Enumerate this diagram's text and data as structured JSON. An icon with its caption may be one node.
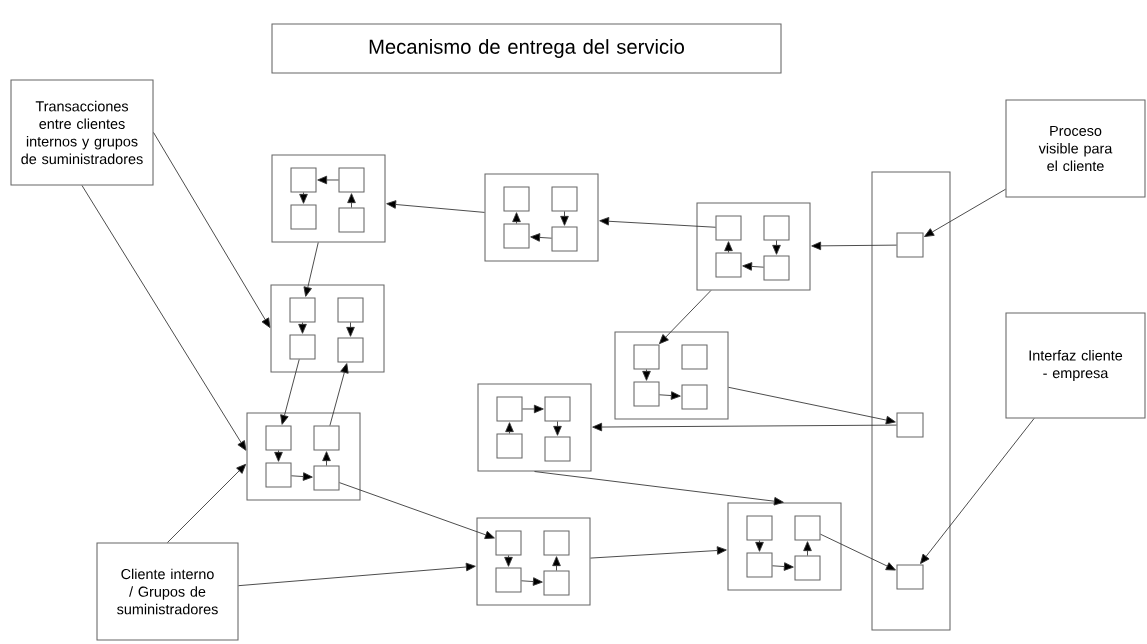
{
  "diagram": {
    "nodes": [
      {
        "text": [
          "Mecanismo de entrega del servicio"
        ]
      },
      {
        "text": [
          "Transacciones entre clientes internos y grupos de suministradores"
        ]
      },
      {
        "text": [
          "Proceso visible para el cliente"
        ]
      },
      {
        "text": [
          "Interfaz cliente - empresa"
        ]
      },
      {
        "text": [
          "Cliente interno / Grupos de suministradores"
        ]
      },
      {
        "text": [],
        "shape": "box"
      },
      {
        "text": [],
        "shape": "box",
        "in": 5
      },
      {
        "text": [],
        "shape": "box",
        "in": 5
      },
      {
        "text": [],
        "shape": "box",
        "in": 5
      },
      {
        "text": [],
        "shape": "box",
        "in": 5
      },
      {
        "text": [],
        "shape": "box"
      },
      {
        "text": [],
        "shape": "box",
        "in": 10
      },
      {
        "text": [],
        "shape": "box",
        "in": 10
      },
      {
        "text": [],
        "shape": "box",
        "in": 10
      },
      {
        "text": [],
        "shape": "box",
        "in": 10
      },
      {
        "text": [],
        "shape": "box"
      },
      {
        "text": [],
        "shape": "box",
        "in": 15
      },
      {
        "text": [],
        "shape": "box",
        "in": 15
      },
      {
        "text": [],
        "shape": "box",
        "in": 15
      },
      {
        "text": [],
        "shape": "box",
        "in": 15
      },
      {
        "text": [],
        "shape": "box"
      },
      {
        "text": [],
        "shape": "box",
        "in": 20
      },
      {
        "text": [],
        "shape": "box",
        "in": 20
      },
      {
        "text": [],
        "shape": "box",
        "in": 20
      },
      {
        "text": [],
        "shape": "box",
        "in": 20
      },
      {
        "text": [],
        "shape": "box"
      },
      {
        "text": [],
        "shape": "box",
        "in": 25
      },
      {
        "text": [],
        "shape": "box",
        "in": 25
      },
      {
        "text": [],
        "shape": "box",
        "in": 25
      },
      {
        "text": [],
        "shape": "box",
        "in": 25
      },
      {
        "text": [],
        "shape": "box"
      },
      {
        "text": [],
        "shape": "box",
        "in": 30
      },
      {
        "text": [],
        "shape": "box",
        "in": 30
      },
      {
        "text": [],
        "shape": "box",
        "in": 30
      },
      {
        "text": [],
        "shape": "box",
        "in": 30
      },
      {
        "text": [],
        "shape": "box"
      },
      {
        "text": [],
        "shape": "box",
        "in": 35
      },
      {
        "text": [],
        "shape": "box",
        "in": 35
      },
      {
        "text": [],
        "shape": "box",
        "in": 35
      },
      {
        "text": [],
        "shape": "box",
        "in": 35
      },
      {
        "text": [],
        "shape": "box"
      },
      {
        "text": [],
        "shape": "box",
        "in": 40
      },
      {
        "text": [],
        "shape": "box",
        "in": 40
      },
      {
        "text": [],
        "shape": "box",
        "in": 40
      },
      {
        "text": [],
        "shape": "box",
        "in": 40
      },
      {
        "text": [],
        "shape": "box"
      },
      {
        "text": [],
        "shape": "box",
        "in": 45
      },
      {
        "text": [],
        "shape": "box",
        "in": 45
      },
      {
        "text": [],
        "shape": "box",
        "in": 45
      },
      {
        "text": [],
        "shape": "box",
        "in": 45
      },
      {
        "text": [],
        "shape": "box"
      },
      {
        "text": [],
        "shape": "box",
        "in": 50
      },
      {
        "text": [],
        "shape": "box",
        "in": 50
      },
      {
        "text": [],
        "shape": "box",
        "in": 50
      }
    ],
    "edges": [
      {
        "from": 7,
        "to": 6,
        "arrow": "to"
      },
      {
        "from": 6,
        "to": 8,
        "arrow": "to"
      },
      {
        "from": 9,
        "to": 7,
        "arrow": "to"
      },
      {
        "from": 12,
        "to": 14,
        "arrow": "to"
      },
      {
        "from": 14,
        "to": 13,
        "arrow": "to"
      },
      {
        "from": 13,
        "to": 11,
        "arrow": "to"
      },
      {
        "from": 17,
        "to": 19,
        "arrow": "to"
      },
      {
        "from": 19,
        "to": 18,
        "arrow": "to"
      },
      {
        "from": 18,
        "to": 16,
        "arrow": "to"
      },
      {
        "from": 21,
        "to": 23,
        "arrow": "to"
      },
      {
        "from": 22,
        "to": 24,
        "arrow": "to"
      },
      {
        "from": 26,
        "to": 28,
        "arrow": "to"
      },
      {
        "from": 28,
        "to": 29,
        "arrow": "to"
      },
      {
        "from": 33,
        "to": 31,
        "arrow": "to"
      },
      {
        "from": 31,
        "to": 32,
        "arrow": "to"
      },
      {
        "from": 32,
        "to": 34,
        "arrow": "to"
      },
      {
        "from": 36,
        "to": 38,
        "arrow": "to"
      },
      {
        "from": 38,
        "to": 39,
        "arrow": "to"
      },
      {
        "from": 39,
        "to": 37,
        "arrow": "to"
      },
      {
        "from": 41,
        "to": 43,
        "arrow": "to"
      },
      {
        "from": 43,
        "to": 44,
        "arrow": "to"
      },
      {
        "from": 44,
        "to": 42,
        "arrow": "to"
      },
      {
        "from": 46,
        "to": 48,
        "arrow": "to"
      },
      {
        "from": 48,
        "to": 49,
        "arrow": "to"
      },
      {
        "from": 49,
        "to": 47,
        "arrow": "to"
      },
      {
        "from": 10,
        "to": 5,
        "arrow": "to"
      },
      {
        "from": 16,
        "to": 10,
        "arrow": "to"
      },
      {
        "from": 51,
        "to": 15,
        "arrow": "to"
      },
      {
        "from": 2,
        "to": 51,
        "arrow": "to"
      },
      {
        "from": 5,
        "to": 21,
        "arrow": "to"
      },
      {
        "from": 1,
        "to": 20,
        "arrow": "to"
      },
      {
        "from": 1,
        "to": 35,
        "arrow": "to"
      },
      {
        "from": 23,
        "to": 36,
        "arrow": "to"
      },
      {
        "from": 37,
        "to": 24,
        "arrow": "to"
      },
      {
        "from": 4,
        "to": 35,
        "arrow": "to"
      },
      {
        "from": 15,
        "to": 26,
        "arrow": "to"
      },
      {
        "from": 25,
        "to": 52,
        "arrow": "to"
      },
      {
        "from": 52,
        "to": 30,
        "arrow": "to"
      },
      {
        "from": 30,
        "to": 40,
        "arrow": "to"
      },
      {
        "from": 39,
        "to": 46,
        "arrow": "to"
      },
      {
        "from": 4,
        "to": 45,
        "arrow": "to"
      },
      {
        "from": 45,
        "to": 40,
        "arrow": "to"
      },
      {
        "from": 42,
        "to": 53,
        "arrow": "to"
      },
      {
        "from": 3,
        "to": 53,
        "arrow": "to"
      }
    ]
  }
}
